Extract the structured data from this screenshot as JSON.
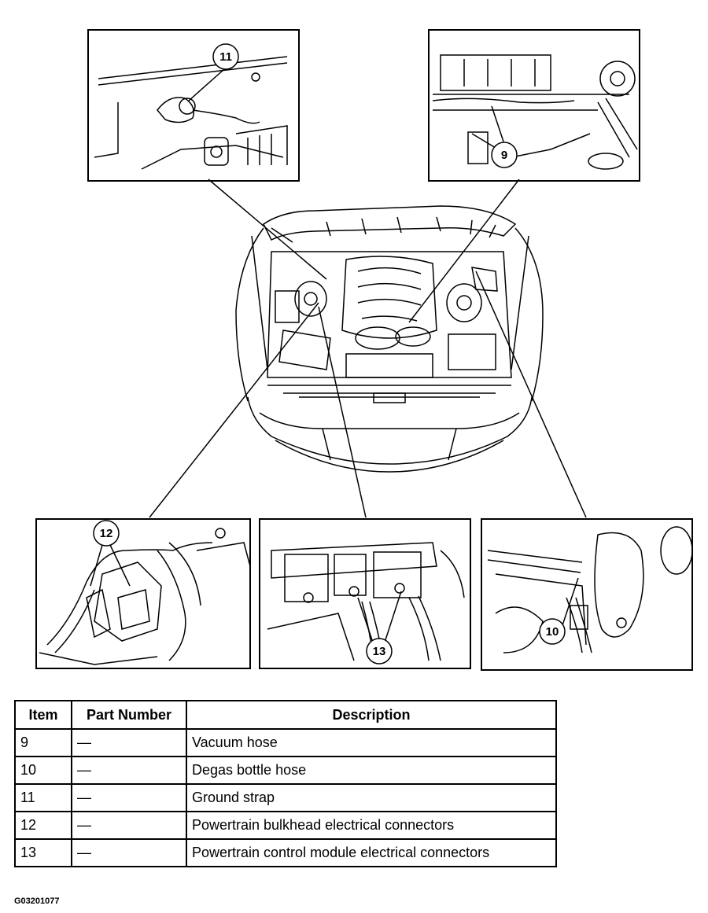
{
  "diagram": {
    "callouts": [
      "11",
      "9",
      "12",
      "13",
      "10"
    ]
  },
  "table": {
    "headers": {
      "item": "Item",
      "part_number": "Part Number",
      "description": "Description"
    },
    "rows": [
      {
        "item": "9",
        "part_number": "—",
        "description": "Vacuum hose"
      },
      {
        "item": "10",
        "part_number": "—",
        "description": "Degas bottle hose"
      },
      {
        "item": "11",
        "part_number": "—",
        "description": "Ground strap"
      },
      {
        "item": "12",
        "part_number": "—",
        "description": "Powertrain bulkhead electrical connectors"
      },
      {
        "item": "13",
        "part_number": "—",
        "description": "Powertrain control module electrical connectors"
      }
    ]
  },
  "figure_id": "G03201077"
}
